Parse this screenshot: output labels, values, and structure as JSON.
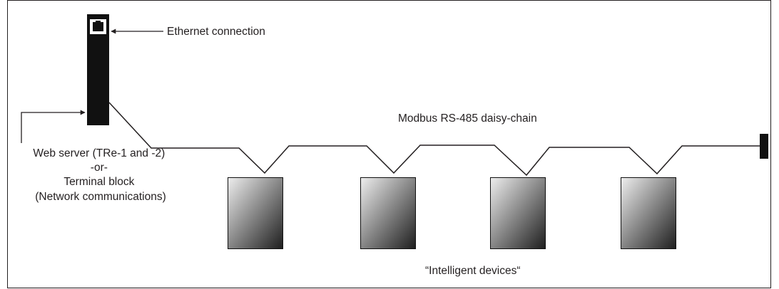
{
  "colors": {
    "line": "#231f20",
    "border": "#231f20",
    "gateway_body": "#111111",
    "device_gradient_light": "#eeeeee",
    "device_gradient_dark": "#1e1e1e"
  },
  "icons": {
    "ethernet_port": "ethernet-port-icon",
    "arrow": "arrow-left-icon"
  },
  "labels": {
    "ethernet": "Ethernet connection",
    "bus": "Modbus RS-485 daisy-chain",
    "gateway_lines": [
      "Web server (TRe-1 and -2)",
      "-or-",
      "Terminal block",
      "(Network communications)"
    ],
    "devices_caption": "“Intelligent devices“"
  },
  "devices_count": 4
}
